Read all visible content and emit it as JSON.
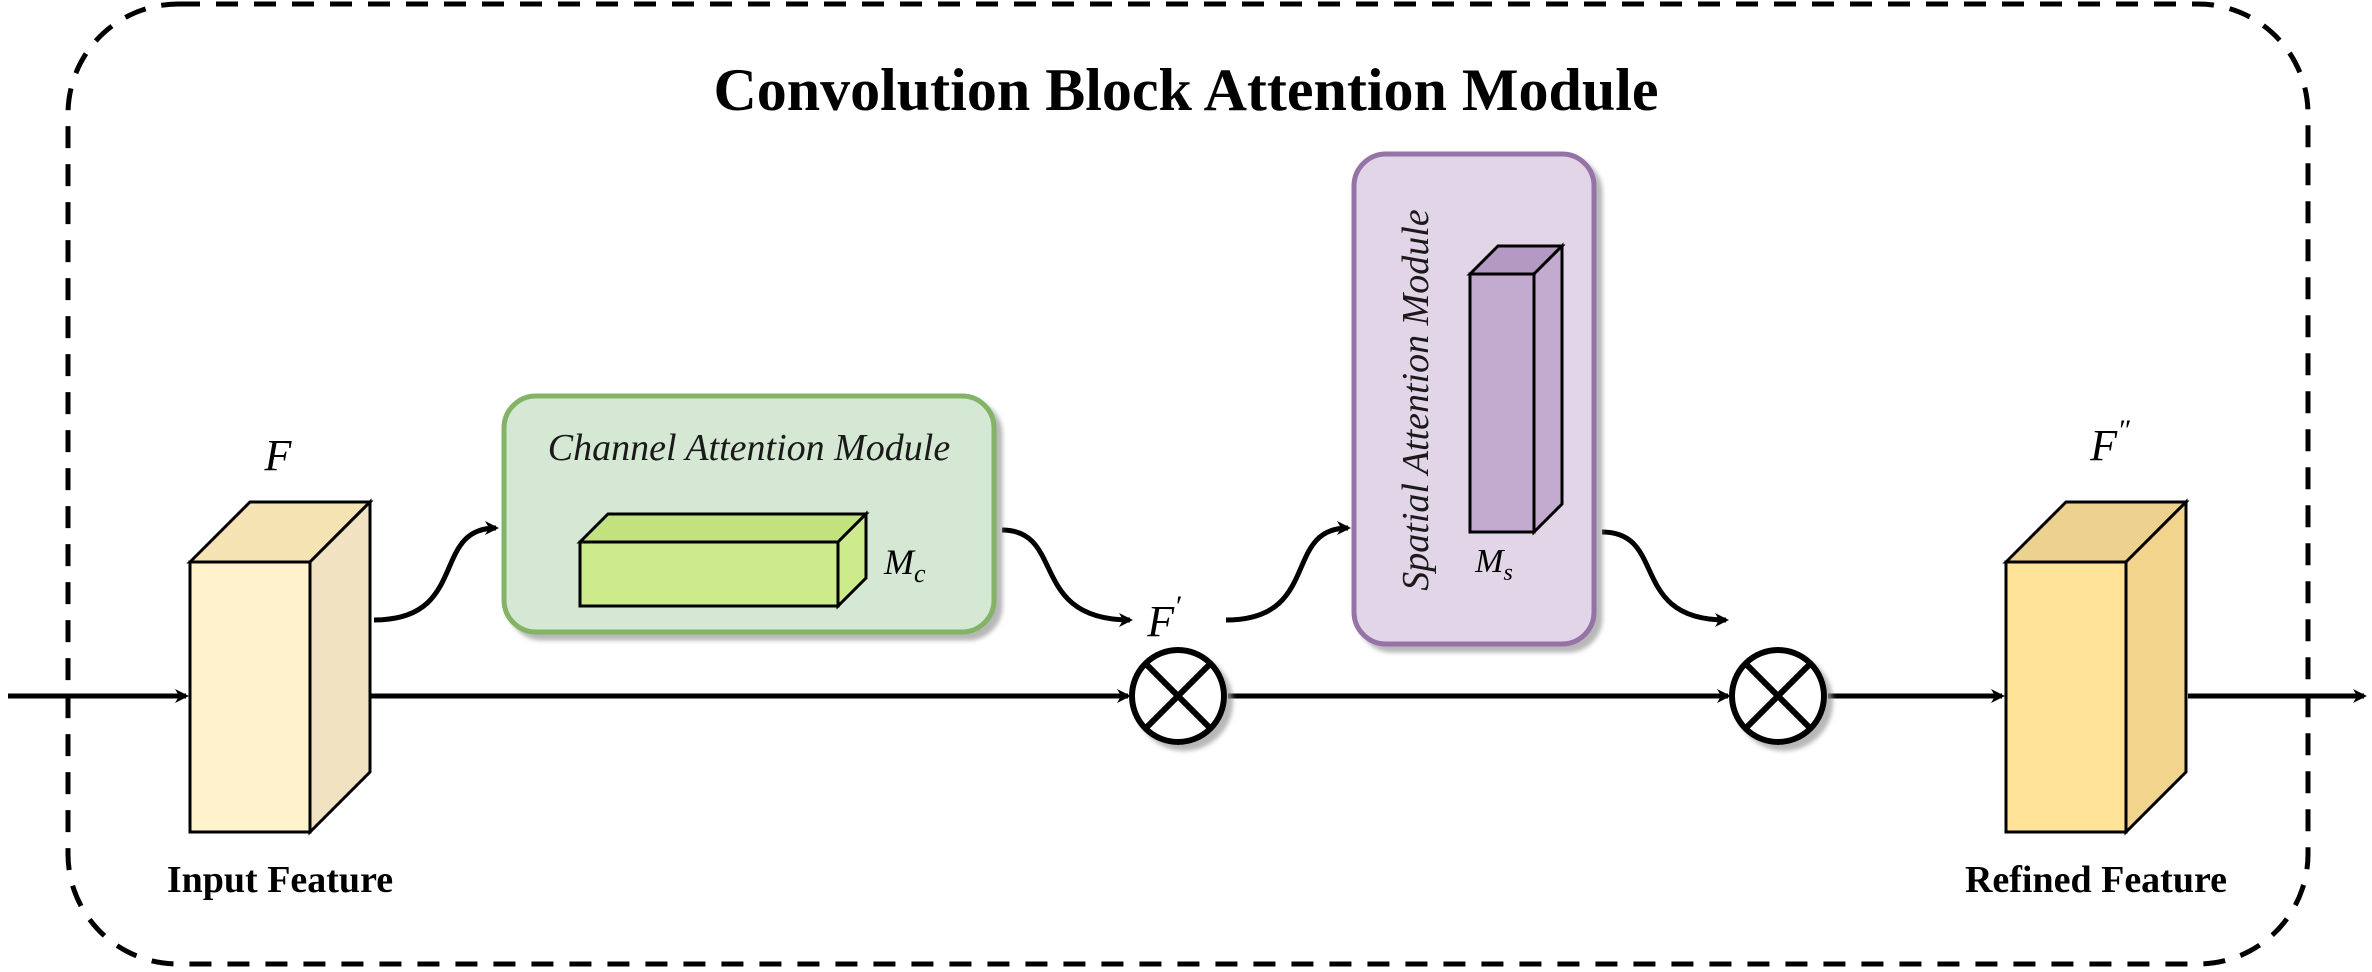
{
  "title": "Convolution Block Attention Module",
  "input": {
    "symbol": "F",
    "label": "Input Feature"
  },
  "channel_module": {
    "label": "Channel Attention Module",
    "map_symbol": "M",
    "map_subscript": "c"
  },
  "intermediate": {
    "symbol": "F",
    "prime": "′"
  },
  "spatial_module": {
    "label": "Spatial Attention Module",
    "map_symbol": "M",
    "map_subscript": "s"
  },
  "output": {
    "symbol": "F",
    "prime": "″",
    "label": "Refined Feature"
  },
  "operators": [
    {
      "name": "multiply-1",
      "glyph": "⊗"
    },
    {
      "name": "multiply-2",
      "glyph": "⊗"
    }
  ],
  "colors": {
    "input_front": "#fff2cc",
    "input_top": "#f5e3b3",
    "input_side": "#f1e3c2",
    "output_front": "#ffe399",
    "output_top": "#ecd18f",
    "output_side": "#f2d48c",
    "channel_bg": "#d5e8d4",
    "channel_border": "#82b366",
    "channel_block": "#cdeb8b",
    "channel_block_top": "#c2e27e",
    "spatial_bg": "#e1d5e7",
    "spatial_border": "#9673a6",
    "spatial_block": "#c3abd0",
    "spatial_block_top": "#b49ac2"
  }
}
